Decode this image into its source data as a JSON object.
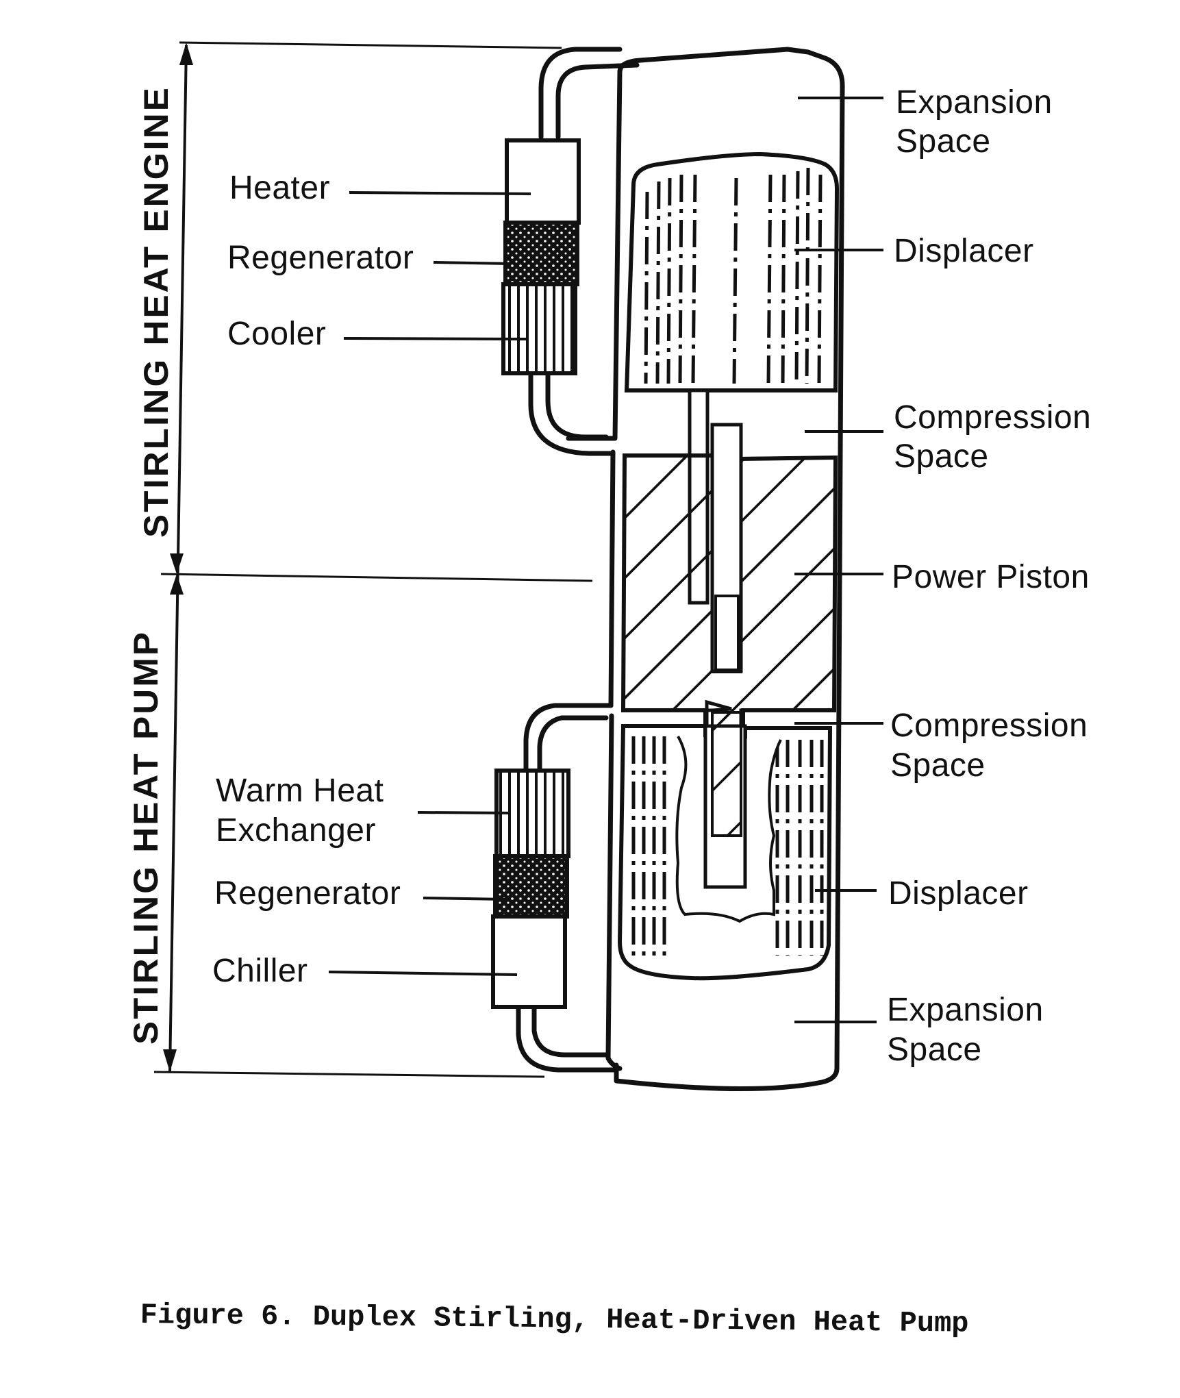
{
  "figure": {
    "caption": "Figure 6. Duplex Stirling, Heat-Driven Heat Pump",
    "sections": {
      "upper": "STIRLING HEAT ENGINE",
      "lower": "STIRLING HEAT PUMP"
    },
    "left_labels": {
      "heater": "Heater",
      "regenerator_top": "Regenerator",
      "cooler": "Cooler",
      "warm_hx_line1": "Warm Heat",
      "warm_hx_line2": "Exchanger",
      "regenerator_bottom": "Regenerator",
      "chiller": "Chiller"
    },
    "right_labels": {
      "expansion_top_1": "Expansion",
      "expansion_top_2": "Space",
      "displacer_top": "Displacer",
      "compression_top_1": "Compression",
      "compression_top_2": "Space",
      "power_piston": "Power Piston",
      "compression_bottom_1": "Compression",
      "compression_bottom_2": "Space",
      "displacer_bottom": "Displacer",
      "expansion_bottom_1": "Expansion",
      "expansion_bottom_2": "Space"
    }
  }
}
